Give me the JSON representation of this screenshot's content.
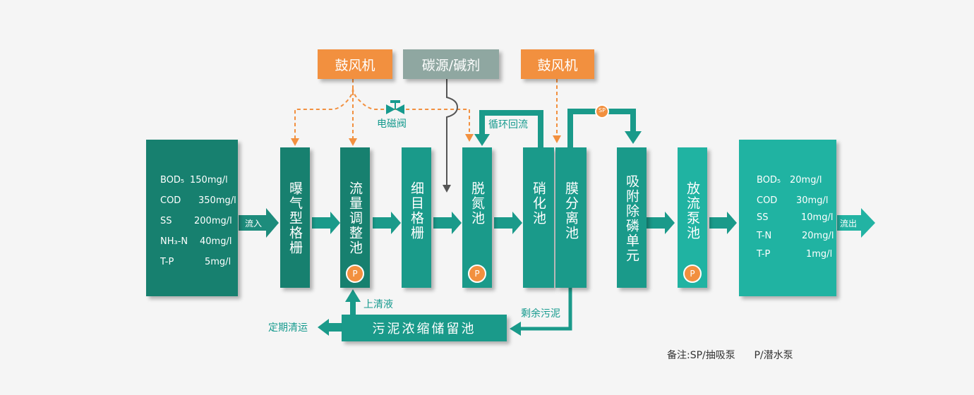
{
  "colors": {
    "teal_dark": "#17806f",
    "teal": "#1a9a8a",
    "teal_light": "#20b3a2",
    "orange": "#f2903f",
    "grey": "#8fa7a1",
    "label_teal": "#169a8e"
  },
  "top_units": {
    "blower_1": "鼓风机",
    "carbon_source": "碳源/碱剂",
    "blower_2": "鼓风机"
  },
  "labels": {
    "solenoid_valve": "电磁阀",
    "circulation_return": "循环回流",
    "sp_marker": "SP",
    "supernatant": "上清液",
    "excess_sludge": "剩余污泥",
    "periodic_removal": "定期清运",
    "inflow": "流入",
    "outflow": "流出",
    "legend": "备注:SP/抽吸泵      P/潜水泵"
  },
  "influent": {
    "rows": [
      {
        "param": "BOD₅",
        "value": "150mg/l"
      },
      {
        "param": "COD",
        "value": "350mg/l"
      },
      {
        "param": "SS",
        "value": "200mg/l"
      },
      {
        "param": "NH₃-N",
        "value": "40mg/l"
      },
      {
        "param": "T-P",
        "value": "5mg/l"
      }
    ]
  },
  "effluent": {
    "rows": [
      {
        "param": "BOD₅",
        "value": "20mg/l"
      },
      {
        "param": "COD",
        "value": "30mg/l"
      },
      {
        "param": "SS",
        "value": "10mg/l"
      },
      {
        "param": "T-N",
        "value": "20mg/l"
      },
      {
        "param": "T-P",
        "value": "1mg/l"
      }
    ]
  },
  "tanks": {
    "aeration_screen": "曝气型格栅",
    "equalization_tank": "流量调整池",
    "fine_screen": "细目格栅",
    "denitrification_tank": "脱氮池",
    "nitrification_tank": "硝化池",
    "membrane_tank": "膜分离池",
    "phosphorus_removal": "吸附除磷单元",
    "discharge_pump_tank": "放流泵池",
    "sludge_tank": "污泥浓缩储留池"
  },
  "pump_marker": "P"
}
